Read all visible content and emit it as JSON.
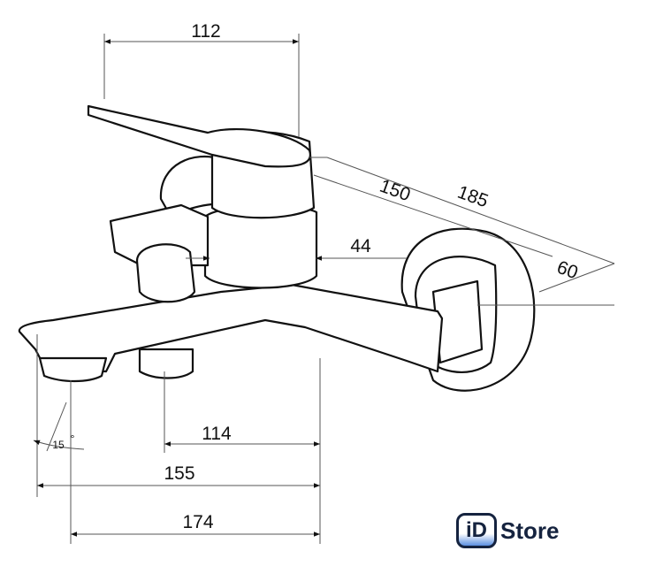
{
  "dimensions": {
    "top_width": "112",
    "depth_150": "150",
    "depth_185": "185",
    "body_diameter": "44",
    "wall_60": "60",
    "angle": "15",
    "angle_unit": "°",
    "outlet_114": "114",
    "spout_155": "155",
    "total_174": "174"
  },
  "logo": {
    "mark": "iD",
    "text": "Store",
    "color": "#15233f",
    "accent": "#5b8fe0"
  }
}
